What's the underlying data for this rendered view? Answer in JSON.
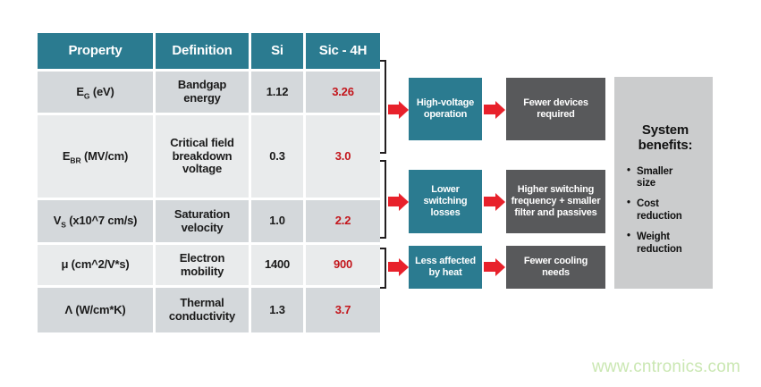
{
  "table": {
    "headers": [
      "Property",
      "Definition",
      "Si",
      "Sic - 4H"
    ],
    "rows": [
      {
        "property": {
          "base": "E",
          "sub": "G",
          "rest": " (eV)"
        },
        "definition": "Bandgap energy",
        "si": "1.12",
        "sic": "3.26"
      },
      {
        "property": {
          "base": "E",
          "sub": "BR",
          "rest": " (MV/cm)"
        },
        "definition": "Critical field breakdown voltage",
        "si": "0.3",
        "sic": "3.0"
      },
      {
        "property": {
          "base": "V",
          "sub": "S",
          "rest": " (x10^7 cm/s)"
        },
        "definition": "Saturation velocity",
        "si": "1.0",
        "sic": "2.2"
      },
      {
        "property": {
          "base": "μ",
          "sub": "",
          "rest": " (cm^2/V*s)"
        },
        "definition": "Electron mobility",
        "si": "1400",
        "sic": "900"
      },
      {
        "property": {
          "base": "Λ",
          "sub": "",
          "rest": " (W/cm*K)"
        },
        "definition": "Thermal conductivity",
        "si": "1.3",
        "sic": "3.7"
      }
    ]
  },
  "flows": [
    {
      "cause": "High-voltage operation",
      "effect": "Fewer devices required"
    },
    {
      "cause": "Lower switching losses",
      "effect": "Higher switching frequency + smaller filter and passives"
    },
    {
      "cause": "Less affected by heat",
      "effect": "Fewer cooling needs"
    }
  ],
  "benefits": {
    "title": "System benefits:",
    "items": [
      "Smaller size",
      "Cost reduction",
      "Weight reduction"
    ]
  },
  "icons": {
    "bullet": "•"
  },
  "watermark": "www.cntronics.com",
  "colors": {
    "teal": "#2b7b90",
    "darkgray": "#58595b",
    "panel": "#cbcccd",
    "red": "#e8212b",
    "redtext": "#c3161c",
    "wm": "#cae7b2"
  }
}
